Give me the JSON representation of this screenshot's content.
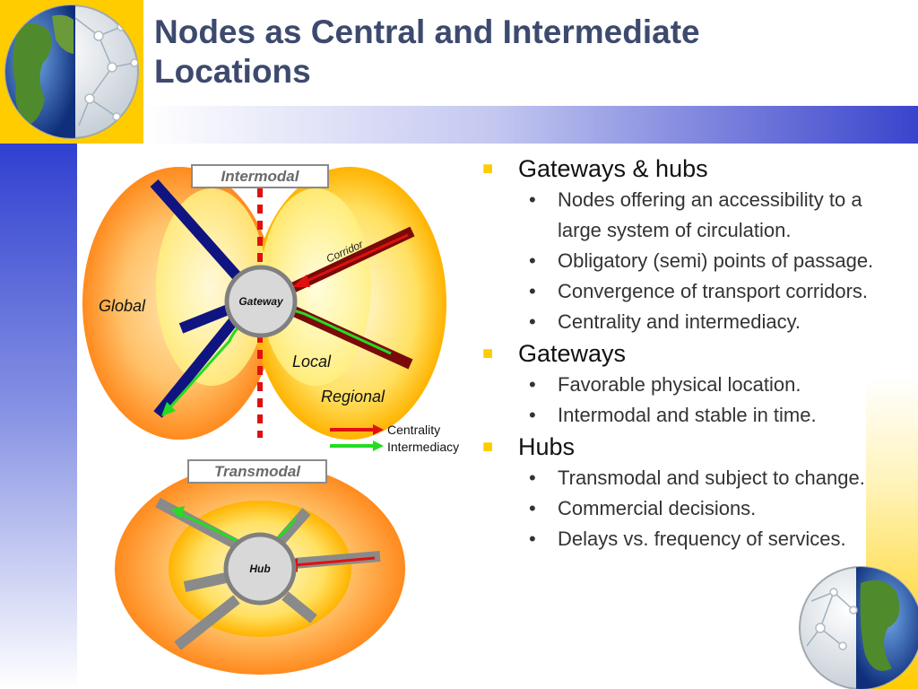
{
  "slide": {
    "title": "Nodes as Central and Intermediate Locations"
  },
  "diagram": {
    "intermodal_label": "Intermodal",
    "transmodal_label": "Transmodal",
    "gateway_label": "Gateway",
    "hub_label": "Hub",
    "corridor_label": "Corridor",
    "global_label": "Global",
    "local_label": "Local",
    "regional_label": "Regional",
    "legend": {
      "centrality": "Centrality",
      "intermediacy": "Intermediacy",
      "centrality_color": "#e01010",
      "intermediacy_color": "#22dd22"
    }
  },
  "bullets": [
    {
      "heading": "Gateways & hubs",
      "items": [
        "Nodes offering an accessibility to a large system of circulation.",
        "Obligatory (semi) points of passage.",
        "Convergence of transport corridors.",
        "Centrality and intermediacy."
      ]
    },
    {
      "heading": "Gateways",
      "items": [
        "Favorable physical location.",
        "Intermodal and stable in time."
      ]
    },
    {
      "heading": "Hubs",
      "items": [
        "Transmodal and subject to change.",
        "Commercial decisions.",
        "Delays vs. frequency of services."
      ]
    }
  ],
  "colors": {
    "accent_yellow": "#ffcc00",
    "accent_blue": "#3040d0",
    "title": "#3d4a6e"
  }
}
